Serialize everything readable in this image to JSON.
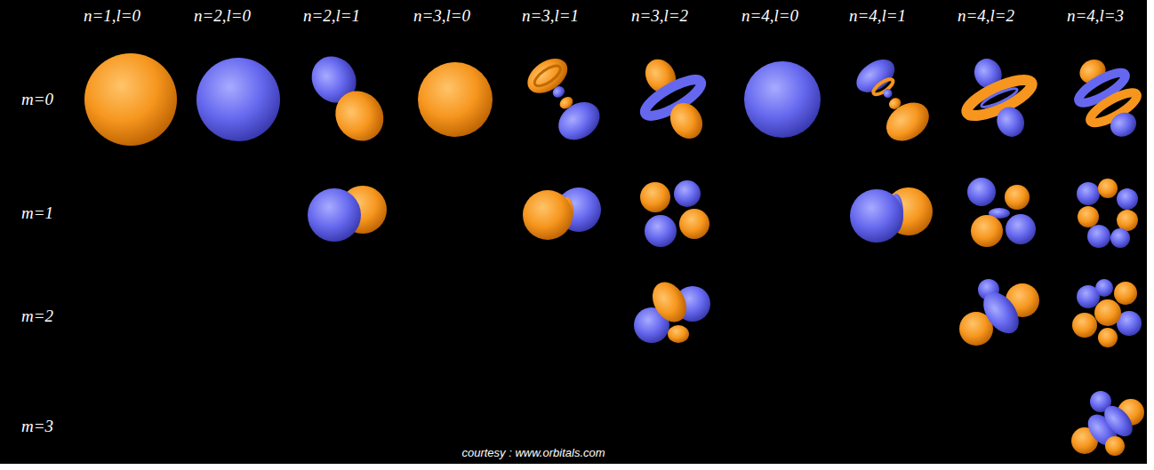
{
  "diagram": {
    "labels": [
      "n=1,l=0",
      "n=2,l=0",
      "n=2,l=1",
      "n=3,l=0",
      "n=3,l=1",
      "n=3,l=2",
      "n=4,l=0",
      "n=4,l=1",
      "n=4,l=2",
      "n=4,l=3",
      "m=0",
      "m=1",
      "m=2",
      "m=3",
      "courtesy : www.orbitals.com"
    ]
  }
}
